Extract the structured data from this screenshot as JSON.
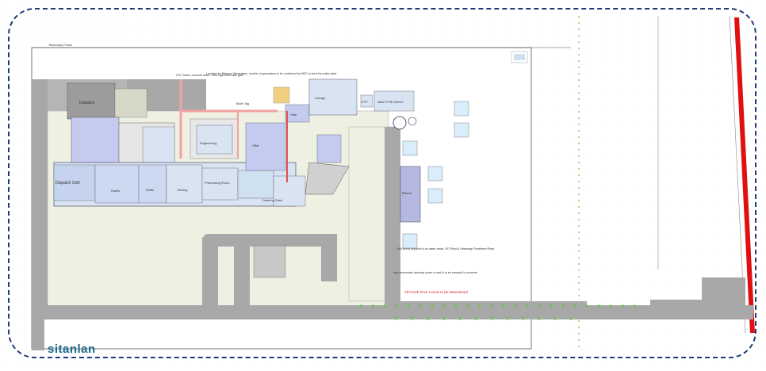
{
  "drawing": {
    "boundary_fence": "Boundary Fence",
    "zones": {
      "dispatch": "Dispatch",
      "dispatch_chill": "Dispatch Chill",
      "racks": "Racks",
      "buffer": "Buffer",
      "processing": "Processing Room",
      "boning": "Boning",
      "offal": "Offal",
      "engineering": "Engineering",
      "hide": "Hide",
      "abattoir_wash": "ABATTOIR WASH",
      "cleaning_shed": "Cleaning Shed",
      "effluent": "Effluent",
      "lairage": "Lairage",
      "etp": "ETP"
    },
    "notes": {
      "lpg": "LPG Tanks, concrete base, 1.8m high fence with gate",
      "boiler": "Location for Balance Generators, number of generators to be confirmed by MEC to feed the entire plant",
      "boiler_tag": "Boiler Tag",
      "civil_works": "Civil works required to all water tanks, RO Plant & Sewerage Treatment Plant",
      "stormwater": "Any stormwater draining under a road is to be encased in concrete",
      "finish_levels": "All Finish Floor Levels to be Determined"
    },
    "logo": "sitanlan"
  },
  "colors": {
    "frame": "#1f3a7a",
    "road": "#a8a8a8",
    "building": "#d9e4f3",
    "hardstand": "#eef0e2",
    "red_line": "#e01010",
    "tree": "#6cc24a"
  }
}
